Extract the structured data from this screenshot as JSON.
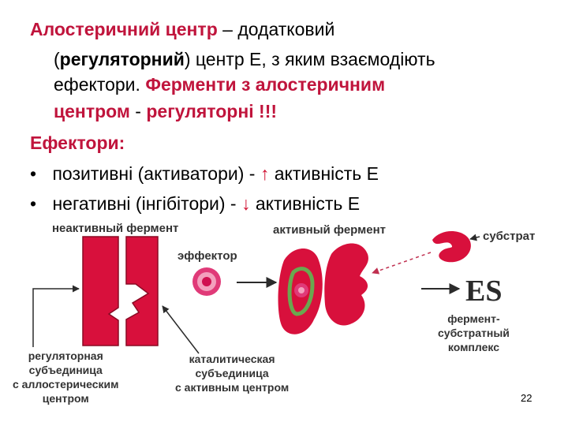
{
  "slide": {
    "line1_bold": "Алостеричний центр",
    "line1_rest": " – додатковий",
    "line2_open": "(",
    "line2_bold": "регуляторний",
    "line2_rest": ") центр Е, з яким взаємодіють",
    "line3_plain": "ефектори. ",
    "line3_bold": "Ферменти з алостеричним",
    "line4_bold1": "центром",
    "line4_dash": " - ",
    "line4_bold2": "регуляторні !!!",
    "effectors_heading": "Ефектори:",
    "bullet_marker": "•",
    "bullet1_text": "позитивні (активатори) - ",
    "bullet1_arrow": "↑",
    "bullet1_tail": " активність Е",
    "bullet2_text": "негативні (інгібітори) - ",
    "bullet2_arrow": "↓",
    "bullet2_tail": " активність Е",
    "page_number": "22"
  },
  "diagram": {
    "label_inactive": "неактивный фермент",
    "label_active": "активный фермент",
    "label_effector": "эффектор",
    "label_substrate": "субстрат",
    "label_es": "ES",
    "label_es_complex": "фермент-\nсубстратный\nкомплекс",
    "label_regulatory": "регуляторная\nсубъединица\nс аллостерическим\nцентром",
    "label_catalytic": "каталитическая\nсубъединица\nс активным центром",
    "colors": {
      "enzyme": "#d8103c",
      "effector_ring": "#e03a78",
      "green": "#6aa84f",
      "dark": "#2b2b2b"
    }
  }
}
